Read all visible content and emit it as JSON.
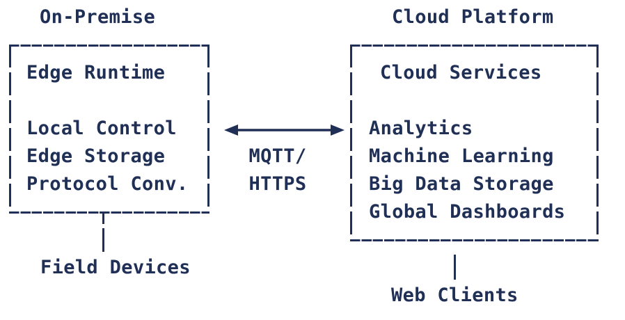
{
  "diagram": {
    "titles": {
      "left": "On-Premise",
      "right": "Cloud Platform"
    },
    "on_premise_box": {
      "header": "Edge Runtime",
      "items": [
        "Local Control",
        "Edge Storage",
        "Protocol Conv."
      ]
    },
    "cloud_platform_box": {
      "header": "Cloud Services",
      "items": [
        "Analytics",
        "Machine Learning",
        "Big Data Storage",
        "Global Dashboards"
      ]
    },
    "link": {
      "protocol_line1": "MQTT/",
      "protocol_line2": "HTTPS"
    },
    "footers": {
      "left": "Field Devices",
      "right": "Web Clients"
    },
    "colors": {
      "ink": "#202f55",
      "background": "#ffffff"
    }
  }
}
